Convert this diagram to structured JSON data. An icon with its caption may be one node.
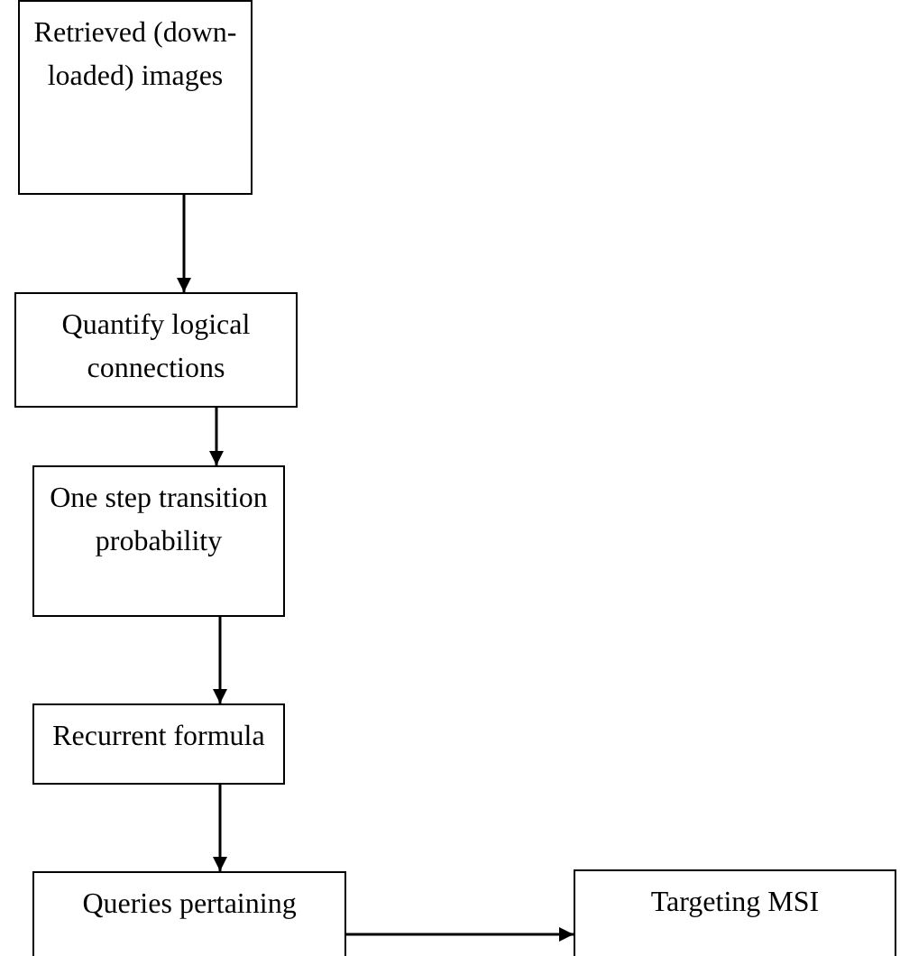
{
  "diagram": {
    "nodes": [
      {
        "text": [
          "Retrieved (down-loaded) images"
        ]
      },
      {
        "text": [
          "Quantify logical connections"
        ]
      },
      {
        "text": [
          "One step transition probability"
        ]
      },
      {
        "text": [
          "Recurrent formula"
        ]
      },
      {
        "text": [
          "Queries pertaining"
        ]
      },
      {
        "text": [
          "Targeting MSI"
        ]
      }
    ],
    "edges": [
      {
        "from": 0,
        "to": 1,
        "arrow": "to"
      },
      {
        "from": 1,
        "to": 2,
        "arrow": "to"
      },
      {
        "from": 2,
        "to": 3,
        "arrow": "to"
      },
      {
        "from": 3,
        "to": 4,
        "arrow": "to"
      },
      {
        "from": 4,
        "to": 5,
        "arrow": "to"
      }
    ]
  }
}
